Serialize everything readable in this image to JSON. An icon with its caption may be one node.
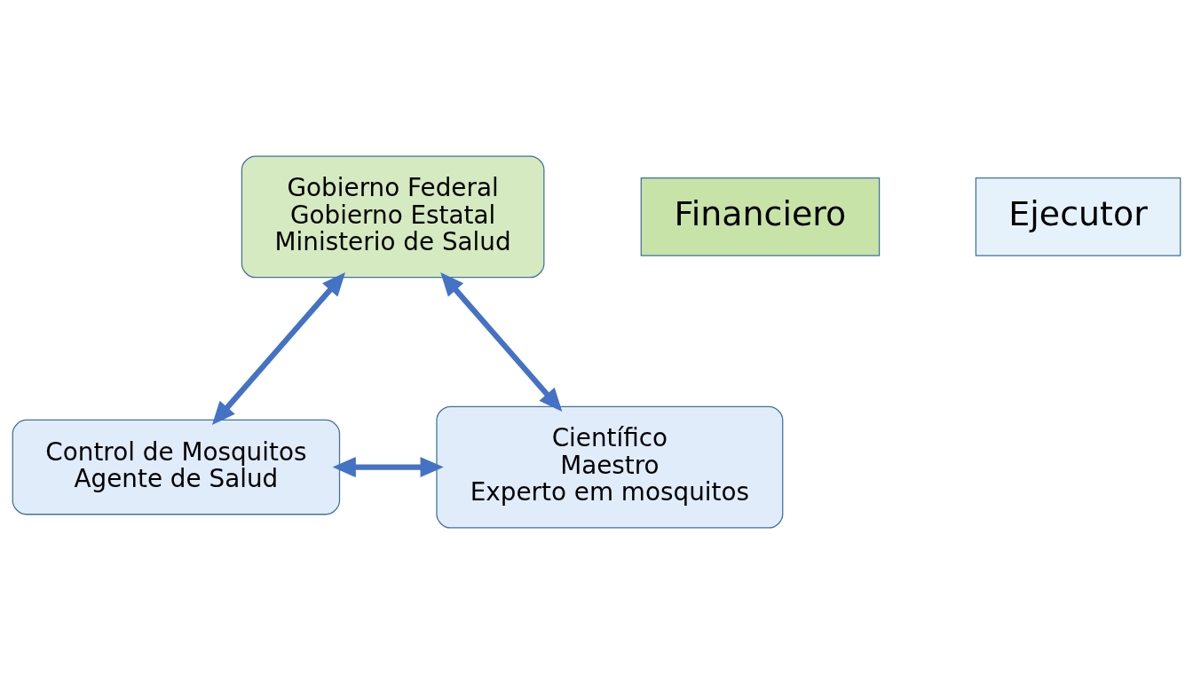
{
  "diagram": {
    "nodes": [
      {
        "text": [
          "Gobierno Federal",
          "Gobierno Estatal",
          "Ministerio de Salud"
        ]
      },
      {
        "text": [
          "Financiero"
        ]
      },
      {
        "text": [
          "Control de Mosquitos",
          "Agente de Salud"
        ]
      },
      {
        "text": [
          "Científico",
          "Maestro",
          "Experto em mosquitos"
        ]
      },
      {
        "text": [
          "Ejecutor"
        ]
      }
    ],
    "edges": [
      {
        "from": 0,
        "to": 2,
        "arrow": "both"
      },
      {
        "from": 0,
        "to": 3,
        "arrow": "both"
      },
      {
        "from": 2,
        "to": 3,
        "arrow": "both"
      }
    ]
  }
}
